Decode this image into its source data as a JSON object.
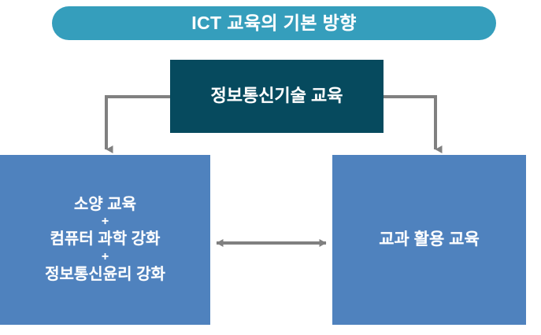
{
  "diagram": {
    "title": {
      "label": "ICT 교육의 기본 방향"
    },
    "nodes": {
      "top": {
        "label": "정보통신기술 교육",
        "color": "#064a5e",
        "text_color": "#ffffff"
      },
      "left": {
        "lines": [
          "소양 교육",
          "+",
          "컴퓨터 과학 강화",
          "+",
          "정보통신윤리 강화"
        ],
        "color": "#4f82be",
        "text_color": "#ffffff"
      },
      "right": {
        "label": "교과 활용 교육",
        "color": "#4f82be",
        "text_color": "#ffffff"
      }
    },
    "connectors": [
      {
        "name": "top-to-left",
        "from": "top",
        "to": "left",
        "style": "elbow",
        "arrowheads": "end",
        "color": "#808080"
      },
      {
        "name": "top-to-right",
        "from": "top",
        "to": "right",
        "style": "elbow",
        "arrowheads": "end",
        "color": "#808080"
      },
      {
        "name": "left-to-right",
        "from": "left",
        "to": "right",
        "style": "straight",
        "arrowheads": "both",
        "color": "#808080"
      }
    ],
    "colors": {
      "title_banner": "#359ebc",
      "top_node": "#064a5e",
      "blue_node": "#4f82be",
      "connector": "#808080",
      "background": "#ffffff"
    }
  }
}
